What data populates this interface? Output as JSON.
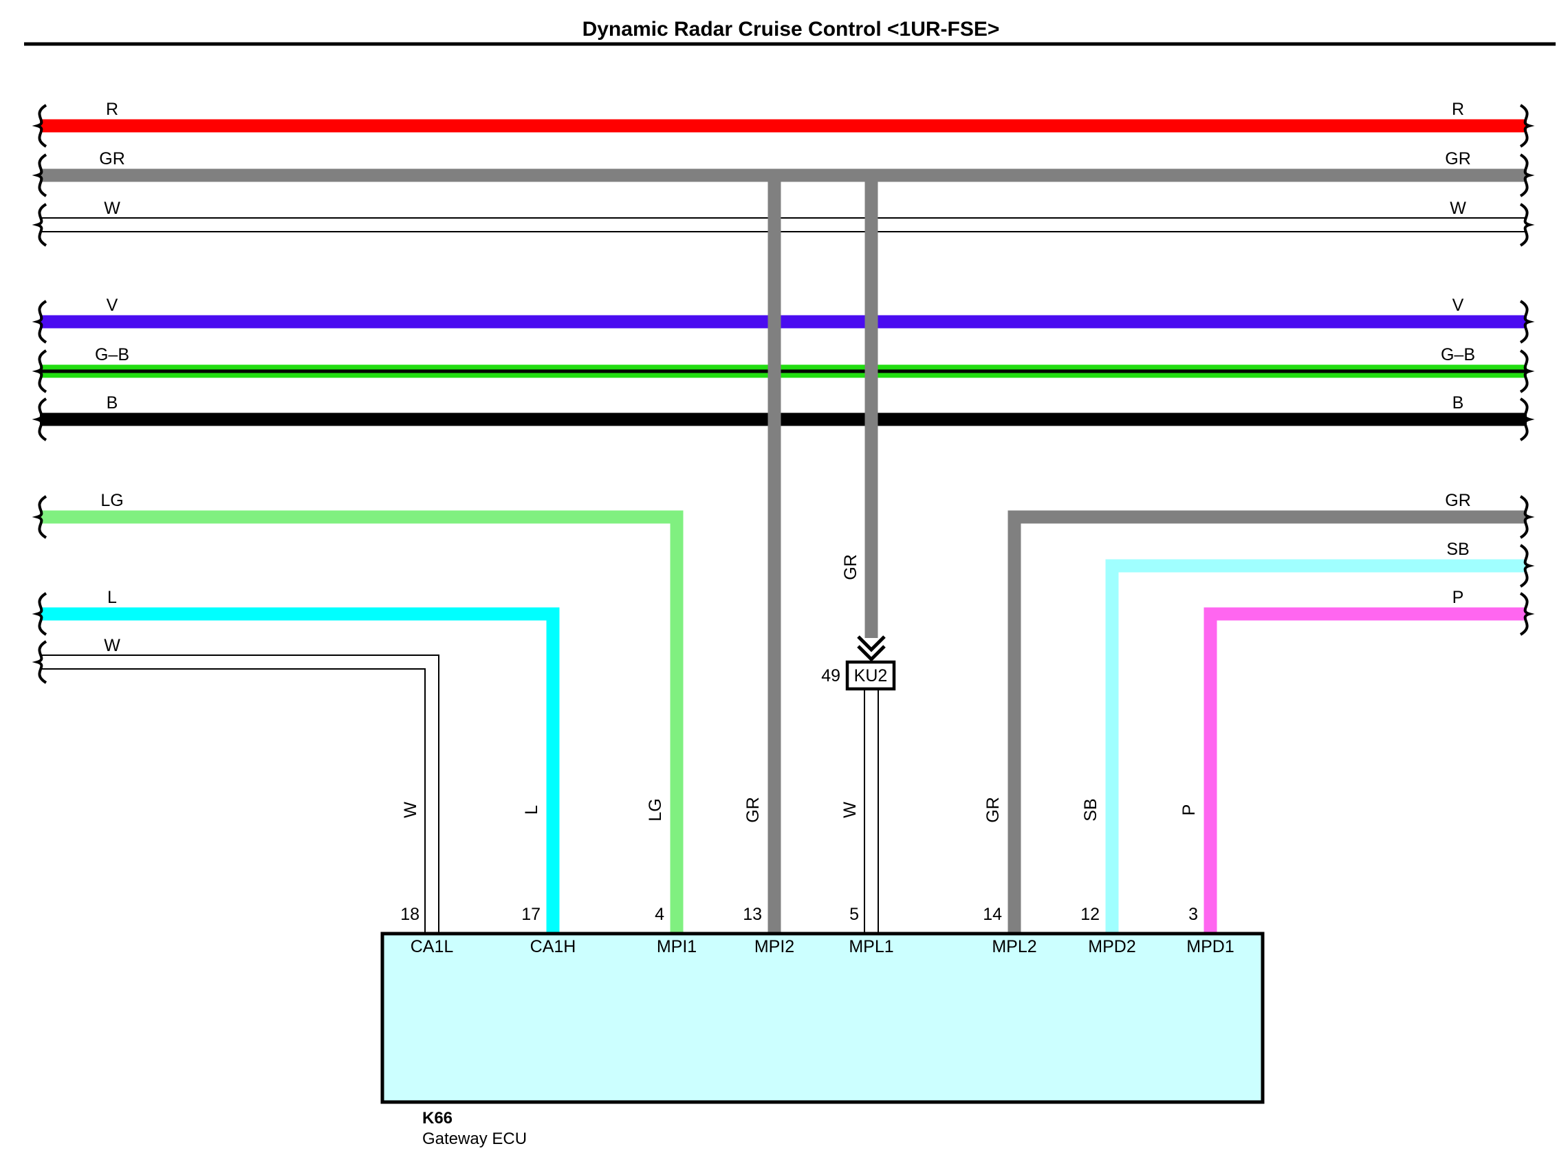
{
  "title": "Dynamic Radar Cruise Control <1UR-FSE>",
  "colors": {
    "R": "#ff0000",
    "GR": "#808080",
    "W": "#ffffff",
    "V": "#4a0cf0",
    "G-B": "#22dd11",
    "B": "#000000",
    "LG": "#80f080",
    "L": "#00ffff",
    "SB": "#a0ffff",
    "P": "#ff66f0",
    "ecu_fill": "#ccffff"
  },
  "bus": [
    {
      "color": "R",
      "left_label": "R",
      "right_label": "R"
    },
    {
      "color": "GR",
      "left_label": "GR",
      "right_label": "GR"
    },
    {
      "color": "W",
      "left_label": "W",
      "right_label": "W"
    },
    {
      "color": "V",
      "left_label": "V",
      "right_label": "V"
    },
    {
      "color": "G-B",
      "left_label": "G–B",
      "right_label": "G–B"
    },
    {
      "color": "B",
      "left_label": "B",
      "right_label": "B"
    }
  ],
  "left_wires": [
    {
      "label": "LG",
      "color": "LG",
      "vertical_label": "LG"
    },
    {
      "label": "L",
      "color": "L",
      "vertical_label": "L"
    },
    {
      "label": "W",
      "color": "W",
      "vertical_label": "W"
    }
  ],
  "right_wires": [
    {
      "label": "GR",
      "color": "GR",
      "vertical_label": "GR"
    },
    {
      "label": "SB",
      "color": "SB",
      "vertical_label": "SB"
    },
    {
      "label": "P",
      "color": "P",
      "vertical_label": "P"
    }
  ],
  "bus_drops": [
    {
      "color": "GR",
      "vertical_label": "GR"
    },
    {
      "color": "GR",
      "vertical_label": "GR"
    }
  ],
  "connector": {
    "name": "KU2",
    "pin": "49",
    "wire_label": "W"
  },
  "ecu": {
    "id": "K66",
    "name": "Gateway ECU",
    "pins": [
      {
        "number": "18",
        "name": "CA1L"
      },
      {
        "number": "17",
        "name": "CA1H"
      },
      {
        "number": "4",
        "name": "MPI1"
      },
      {
        "number": "13",
        "name": "MPI2"
      },
      {
        "number": "5",
        "name": "MPL1"
      },
      {
        "number": "14",
        "name": "MPL2"
      },
      {
        "number": "12",
        "name": "MPD2"
      },
      {
        "number": "3",
        "name": "MPD1"
      }
    ]
  }
}
